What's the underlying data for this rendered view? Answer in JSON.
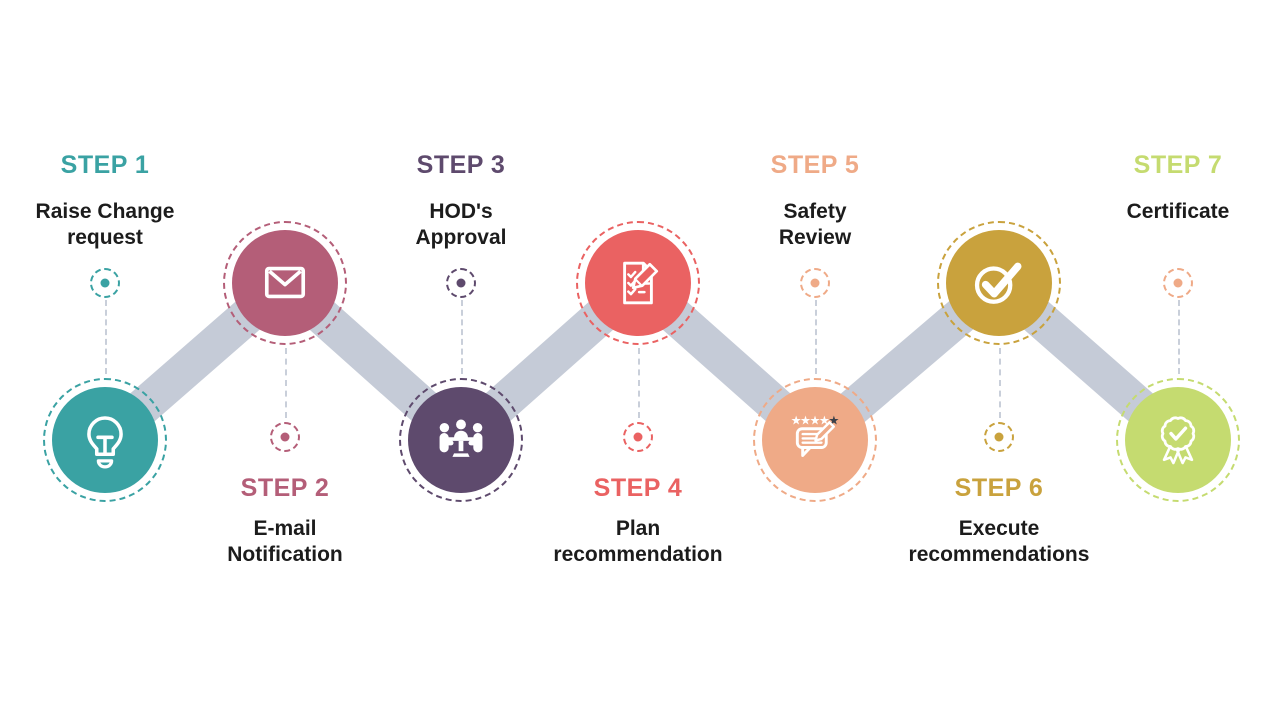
{
  "palette": {
    "ribbon": "#C5CBD7",
    "connector": "#C9CFDA",
    "label_text": "#1C1C1C",
    "star_dark": "#3B4049"
  },
  "steps": [
    {
      "title": "STEP 1",
      "label": "Raise Change\nrequest",
      "color": "#3AA2A3",
      "marker_color": "#3AA2A3",
      "icon": "lightbulb",
      "text_position": "top"
    },
    {
      "title": "STEP 2",
      "label": "E-mail\nNotification",
      "color": "#B45E78",
      "marker_color": "#B45E78",
      "icon": "envelope",
      "text_position": "bottom"
    },
    {
      "title": "STEP 3",
      "label": "HOD's\nApproval",
      "color": "#5E4A6D",
      "marker_color": "#5E4A6D",
      "icon": "meeting",
      "text_position": "top"
    },
    {
      "title": "STEP 4",
      "label": "Plan\nrecommendation",
      "color": "#EA6262",
      "marker_color": "#EA6262",
      "icon": "checklist-pencil",
      "text_position": "bottom"
    },
    {
      "title": "STEP 5",
      "label": "Safety\nReview",
      "color": "#EFAA87",
      "marker_color": "#EFAA87",
      "icon": "review-stars-pencil",
      "text_position": "top"
    },
    {
      "title": "STEP 6",
      "label": "Execute\nrecommendations",
      "color": "#C9A23D",
      "marker_color": "#C9A23D",
      "icon": "check-circle",
      "text_position": "bottom"
    },
    {
      "title": "STEP 7",
      "label": "Certificate",
      "color": "#C5DB70",
      "marker_color": "#EFAA87",
      "icon": "award-ribbon",
      "text_position": "top"
    }
  ]
}
